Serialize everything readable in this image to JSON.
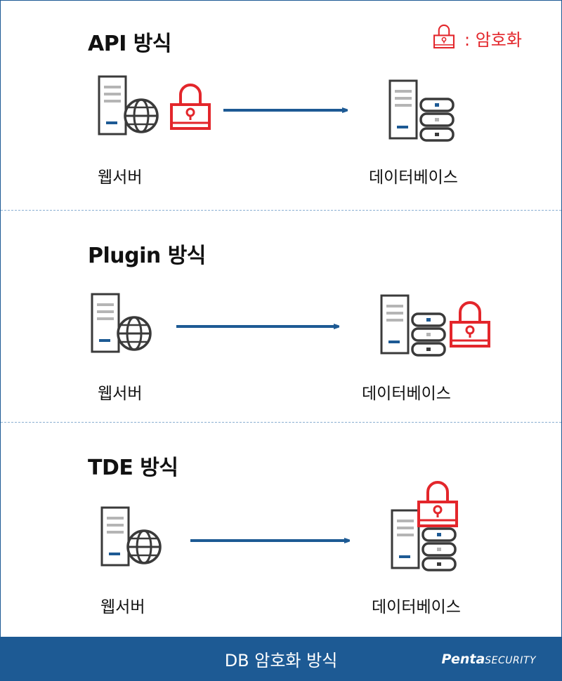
{
  "legend": {
    "icon": "lock-icon",
    "label": ": 암호화",
    "color": "#e3262b"
  },
  "sections": [
    {
      "title": "API 방식",
      "source_label": "웹서버",
      "target_label": "데이터베이스",
      "lock_location": "web-server"
    },
    {
      "title": "Plugin 방식",
      "source_label": "웹서버",
      "target_label": "데이터베이스",
      "lock_location": "beside-database"
    },
    {
      "title": "TDE 방식",
      "source_label": "웹서버",
      "target_label": "데이터베이스",
      "lock_location": "on-database-server"
    }
  ],
  "footer": {
    "caption": "DB 암호화 방식",
    "brand": {
      "main": "Penta",
      "sub": "SECURITY"
    },
    "background": "#1d5a94"
  },
  "colors": {
    "arrow": "#1d5a94",
    "server_outline": "#3a3a3a",
    "server_stripe": "#b5b5b5",
    "server_accent": "#1d5a94",
    "lock": "#e3262b",
    "divider": "#8aaed2"
  }
}
